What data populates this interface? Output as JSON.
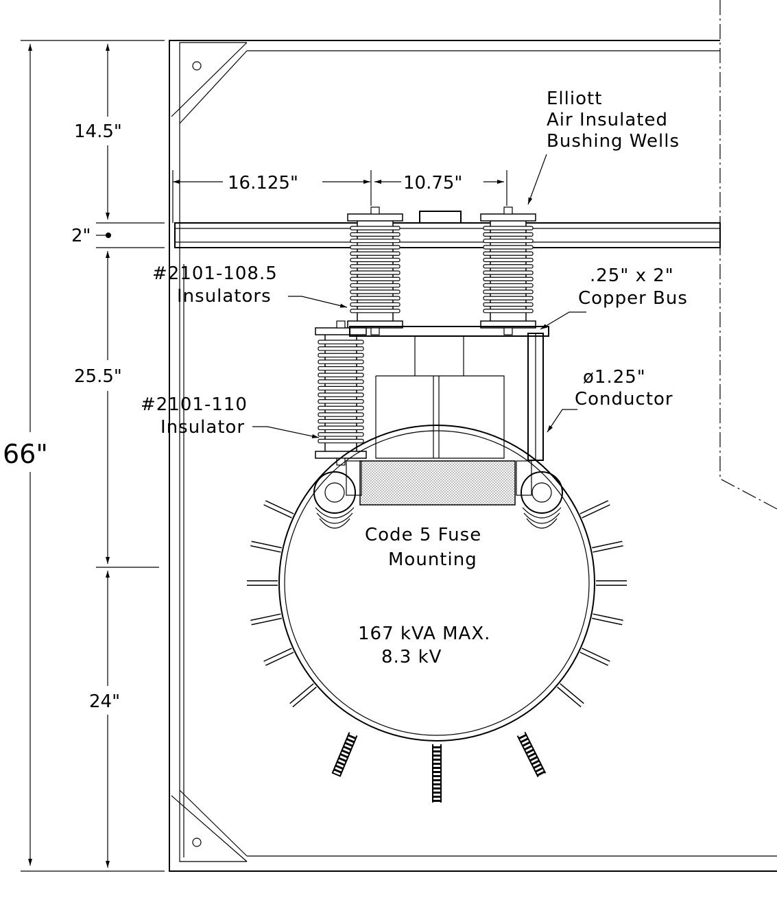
{
  "dimensions": {
    "overall": "66\"",
    "top": "14.5\"",
    "channel": "2\"",
    "middle": "25.5\"",
    "bottom": "24\"",
    "horizontal_left": "16.125\"",
    "horizontal_spacing": "10.75\""
  },
  "labels": {
    "bushing_line1": "Elliott",
    "bushing_line2": "Air Insulated",
    "bushing_line3": "Bushing Wells",
    "insulators_line1": "#2101-108.5",
    "insulators_line2": "Insulators",
    "insulator_line1": "#2101-110",
    "insulator_line2": "Insulator",
    "bus_line1": ".25\" x 2\"",
    "bus_line2": "Copper Bus",
    "conductor_line1": "ø1.25\"",
    "conductor_line2": "Conductor",
    "fuse_line1": "Code 5 Fuse",
    "fuse_line2": "Mounting",
    "rating_line1": "167 kVA MAX.",
    "rating_line2": "8.3 kV"
  }
}
